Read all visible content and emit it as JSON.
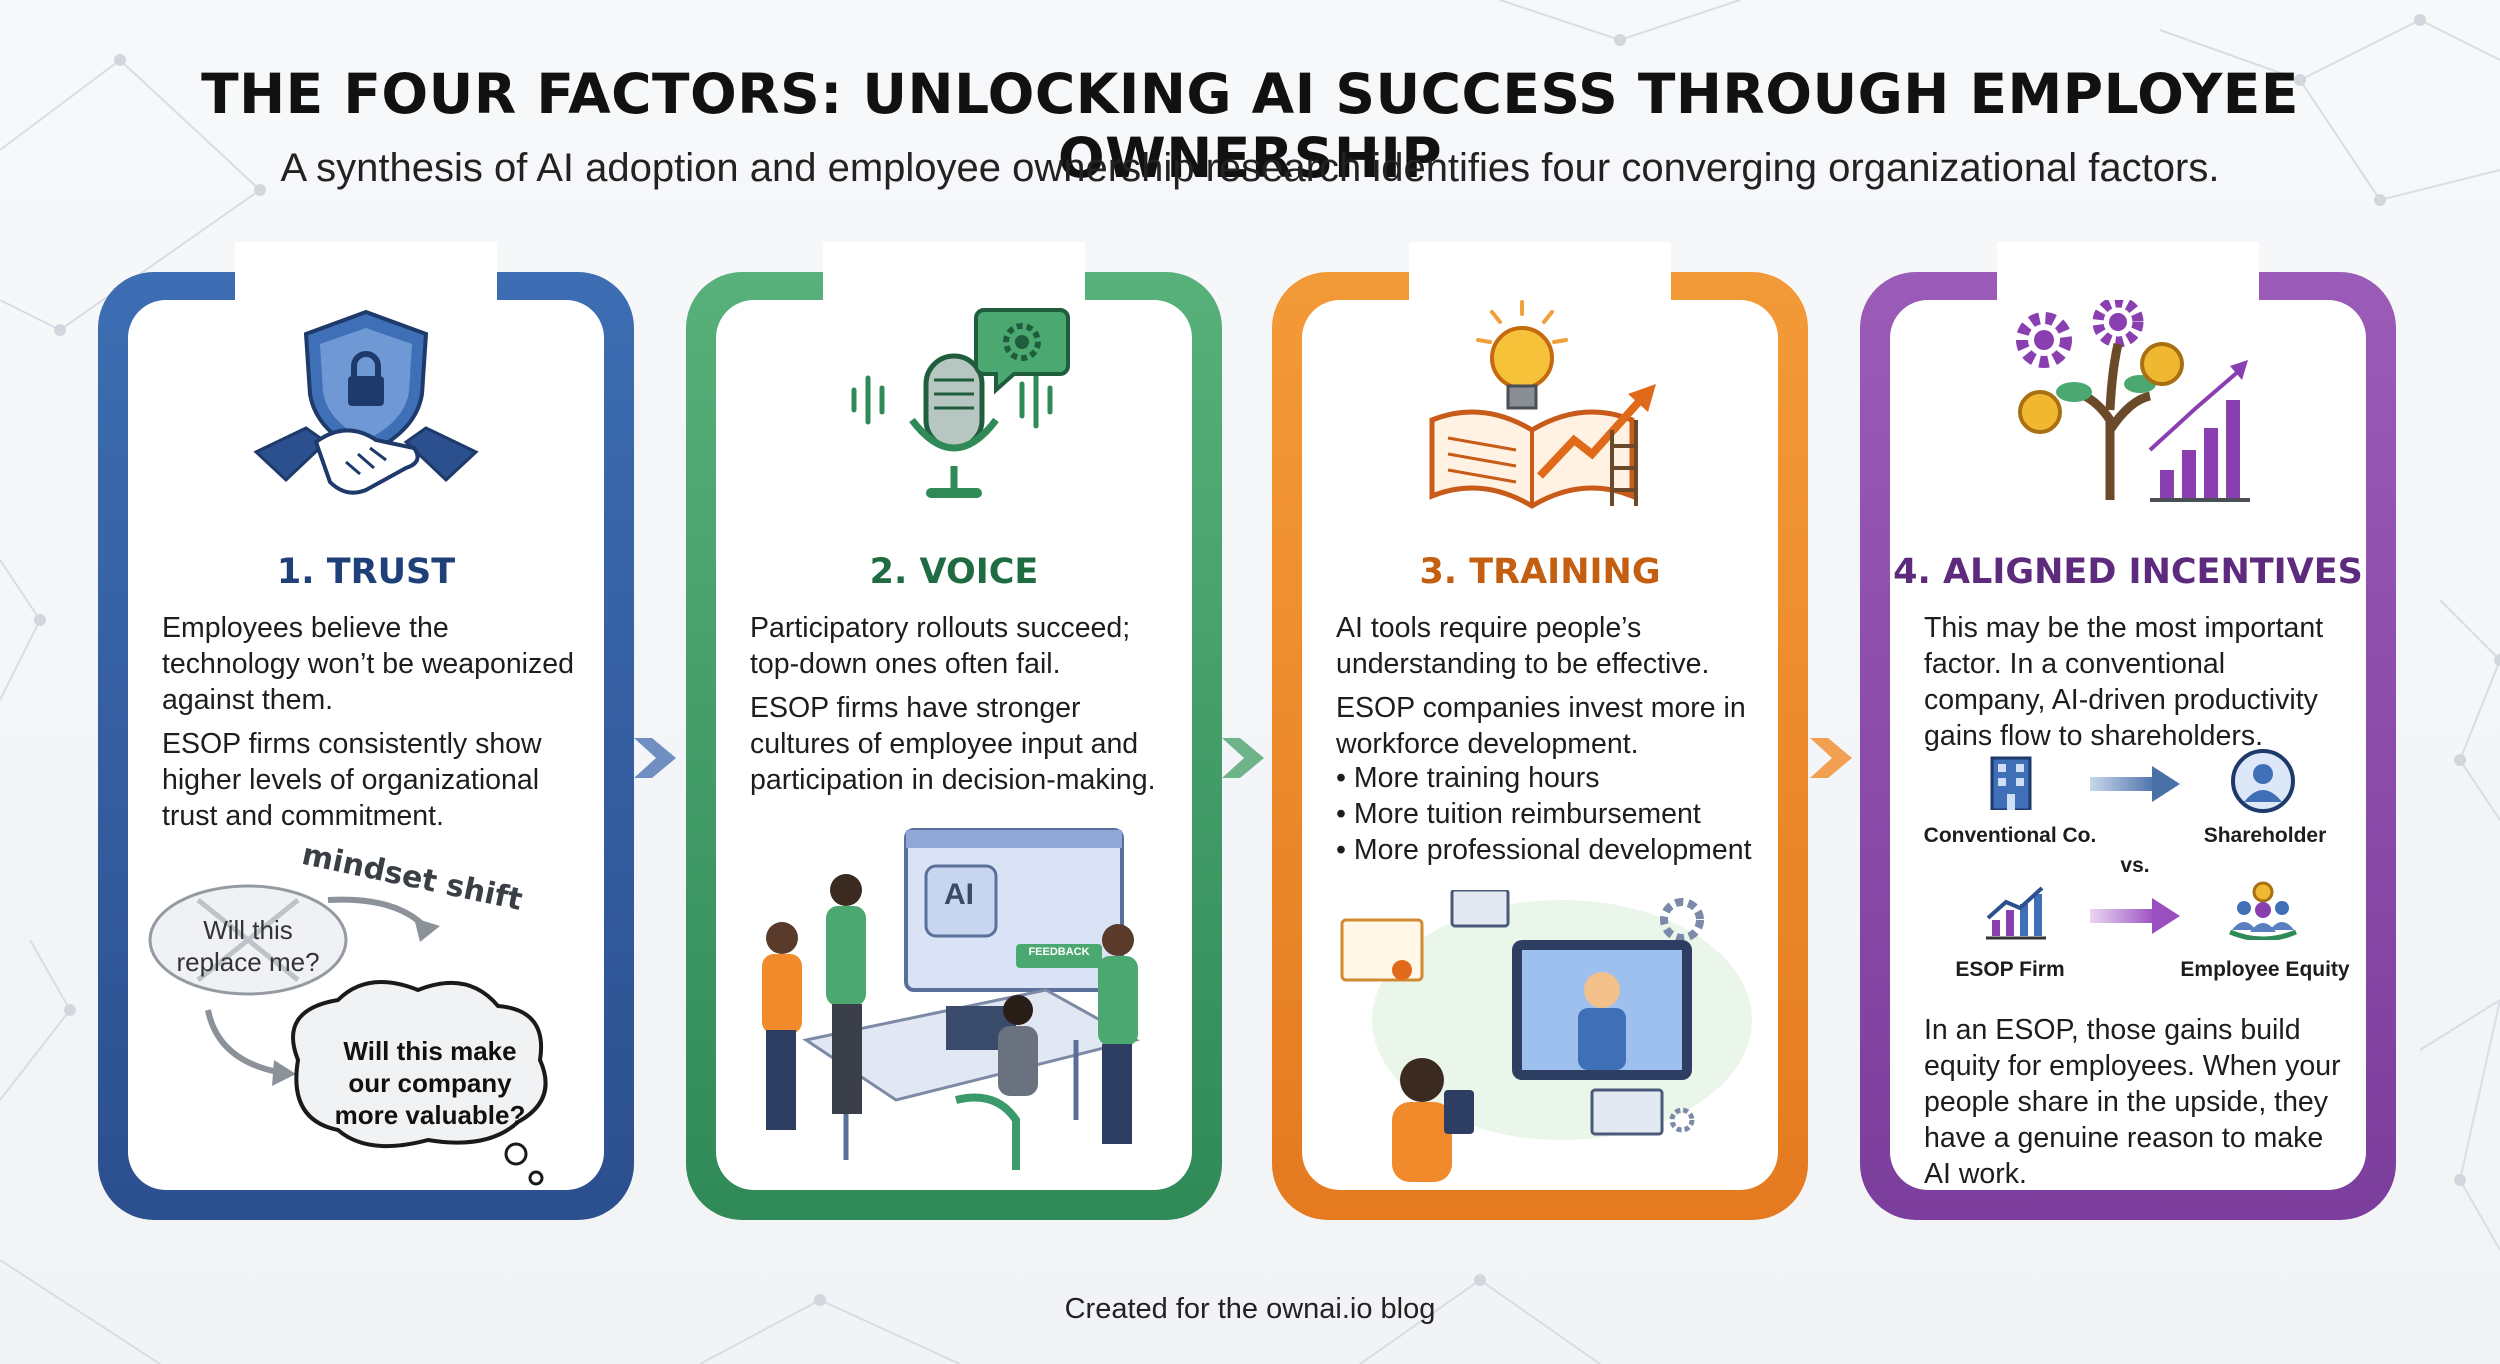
{
  "header": {
    "title": "THE FOUR FACTORS: UNLOCKING AI SUCCESS THROUGH EMPLOYEE OWNERSHIP",
    "subtitle": "A synthesis of AI adoption and employee ownership research identifies four converging organizational factors."
  },
  "colors": {
    "trust": "#2c4f8e",
    "voice": "#2f8a58",
    "training": "#e57a20",
    "incentives": "#7b3e9c"
  },
  "cards": [
    {
      "heading": "1. TRUST",
      "icon": "handshake-shield-icon",
      "p1": "Employees believe the technology won’t be weaponized against them.",
      "p2": "ESOP firms consistently show higher levels of organizational trust and commitment.",
      "mindset_label": "mindset shift",
      "thought_old": "Will this replace me?",
      "thought_new": "Will this make our company more valuable?"
    },
    {
      "heading": "2. VOICE",
      "icon": "microphone-speech-icon",
      "p1": "Participatory rollouts succeed; top-down ones often fail.",
      "p2": "ESOP firms have stronger cultures of employee input and participation in decision-making.",
      "screen_label": "AI",
      "feedback_label": "FEEDBACK"
    },
    {
      "heading": "3. TRAINING",
      "icon": "book-lightbulb-growth-icon",
      "p1": "AI tools require people’s understanding to be effective.",
      "p2": "ESOP companies invest more in workforce development.",
      "bullets": [
        "More training hours",
        "More tuition reimbursement",
        "More professional development"
      ]
    },
    {
      "heading": "4. ALIGNED INCENTIVES",
      "icon": "money-tree-chart-icon",
      "p1": "This may be the most important factor. In a conventional company, AI-driven productivity gains flow to shareholders.",
      "flow": {
        "conventional": "Conventional Co.",
        "shareholder": "Shareholder",
        "vs": "vs.",
        "esop": "ESOP Firm",
        "equity": "Employee Equity"
      },
      "p2": "In an ESOP, those gains build equity for employees. When your people share in the upside, they have a genuine reason to make AI work."
    }
  ],
  "footer": "Created for the ownai.io blog"
}
